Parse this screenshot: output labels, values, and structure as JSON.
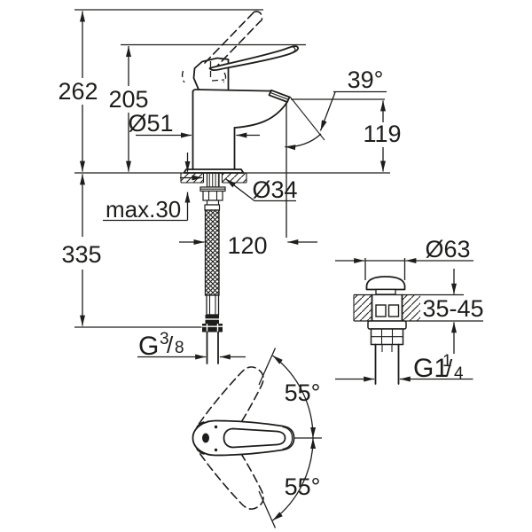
{
  "drawing": {
    "title": "basin-mixer-dimensional-drawing",
    "line_color": "#1d1d1b",
    "background_color": "#ffffff",
    "labels": {
      "overall_height": "262",
      "height_to_lever": "205",
      "body_diameter": "Ø51",
      "spout_angle": "39°",
      "spout_height": "119",
      "hole_diameter": "Ø34",
      "max_deck_thickness": "max.30",
      "hose_length": "335",
      "spout_projection": "120",
      "supply_thread_prefix": "G",
      "supply_thread_numerator": "3",
      "supply_thread_slash": "/",
      "supply_thread_denominator": "8",
      "waste_cap_diameter": "Ø63",
      "waste_deck_range": "35-45",
      "waste_thread_prefix": "G1",
      "waste_thread_numerator": "1",
      "waste_thread_slash": "/",
      "waste_thread_denominator": "4",
      "handle_swing_upper": "55°",
      "handle_swing_lower": "55°"
    }
  }
}
